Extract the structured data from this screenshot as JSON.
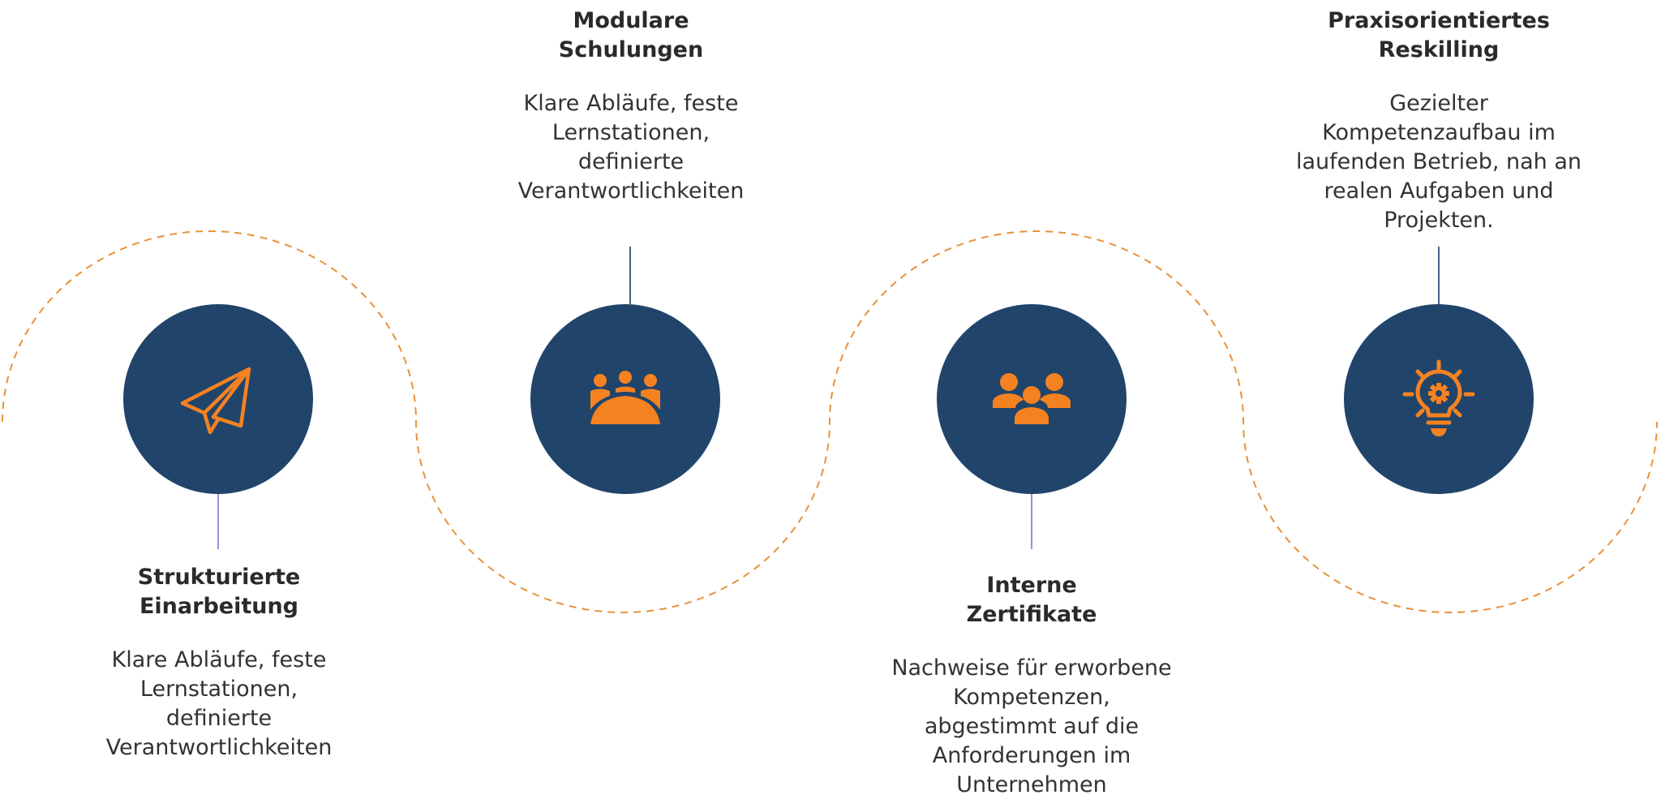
{
  "colors": {
    "node_fill": "#21446b",
    "icon": "#f58220",
    "wave": "#e8923a",
    "connector_top": "#4a5f86",
    "connector_bottom": "#a78bd1"
  },
  "steps": [
    {
      "title_line1": "Strukturierte",
      "title_line2": "Einarbeitung",
      "desc_lines": [
        "Klare Abläufe, feste",
        "Lernstationen,",
        "definierte",
        "Verantwortlichkeiten"
      ],
      "icon": "paper-plane-icon",
      "text_position": "below"
    },
    {
      "title_line1": "Modulare",
      "title_line2": "Schulungen",
      "desc_lines": [
        "Klare Abläufe, feste",
        "Lernstationen,",
        "definierte",
        "Verantwortlichkeiten"
      ],
      "icon": "meeting-table-icon",
      "text_position": "above"
    },
    {
      "title_line1": "Interne",
      "title_line2": "Zertifikate",
      "desc_lines": [
        "Nachweise für erworbene",
        "Kompetenzen,",
        "abgestimmt auf die",
        "Anforderungen im",
        "Unternehmen"
      ],
      "icon": "team-group-icon",
      "text_position": "below"
    },
    {
      "title_line1": "Praxisorientiertes",
      "title_line2": "Reskilling",
      "desc_lines": [
        "Gezielter",
        "Kompetenzaufbau im",
        "laufenden Betrieb, nah an",
        "realen Aufgaben und",
        "Projekten."
      ],
      "icon": "lightbulb-gear-icon",
      "text_position": "above"
    }
  ]
}
